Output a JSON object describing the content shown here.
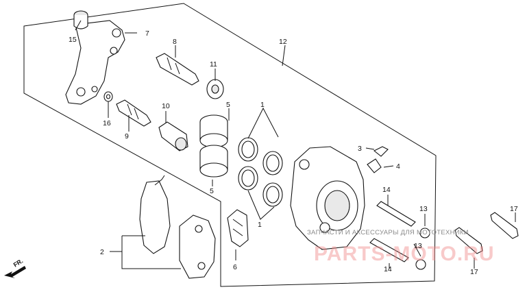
{
  "callouts": {
    "c1a": "1",
    "c1b": "1",
    "c2": "2",
    "c3": "3",
    "c4": "4",
    "c5a": "5",
    "c5b": "5",
    "c6": "6",
    "c7": "7",
    "c8": "8",
    "c9": "9",
    "c10": "10",
    "c11": "11",
    "c12": "12",
    "c13a": "13",
    "c13b": "13",
    "c14a": "14",
    "c14b": "14",
    "c15": "15",
    "c16": "16",
    "c17a": "17",
    "c17b": "17"
  },
  "direction": "FR.",
  "watermark": {
    "tagline": "ЗАПЧАСТИ И АКСЕССУАРЫ ДЛЯ МОТОТЕХНИКИ",
    "brand": "PARTS-MOTO.RU"
  }
}
